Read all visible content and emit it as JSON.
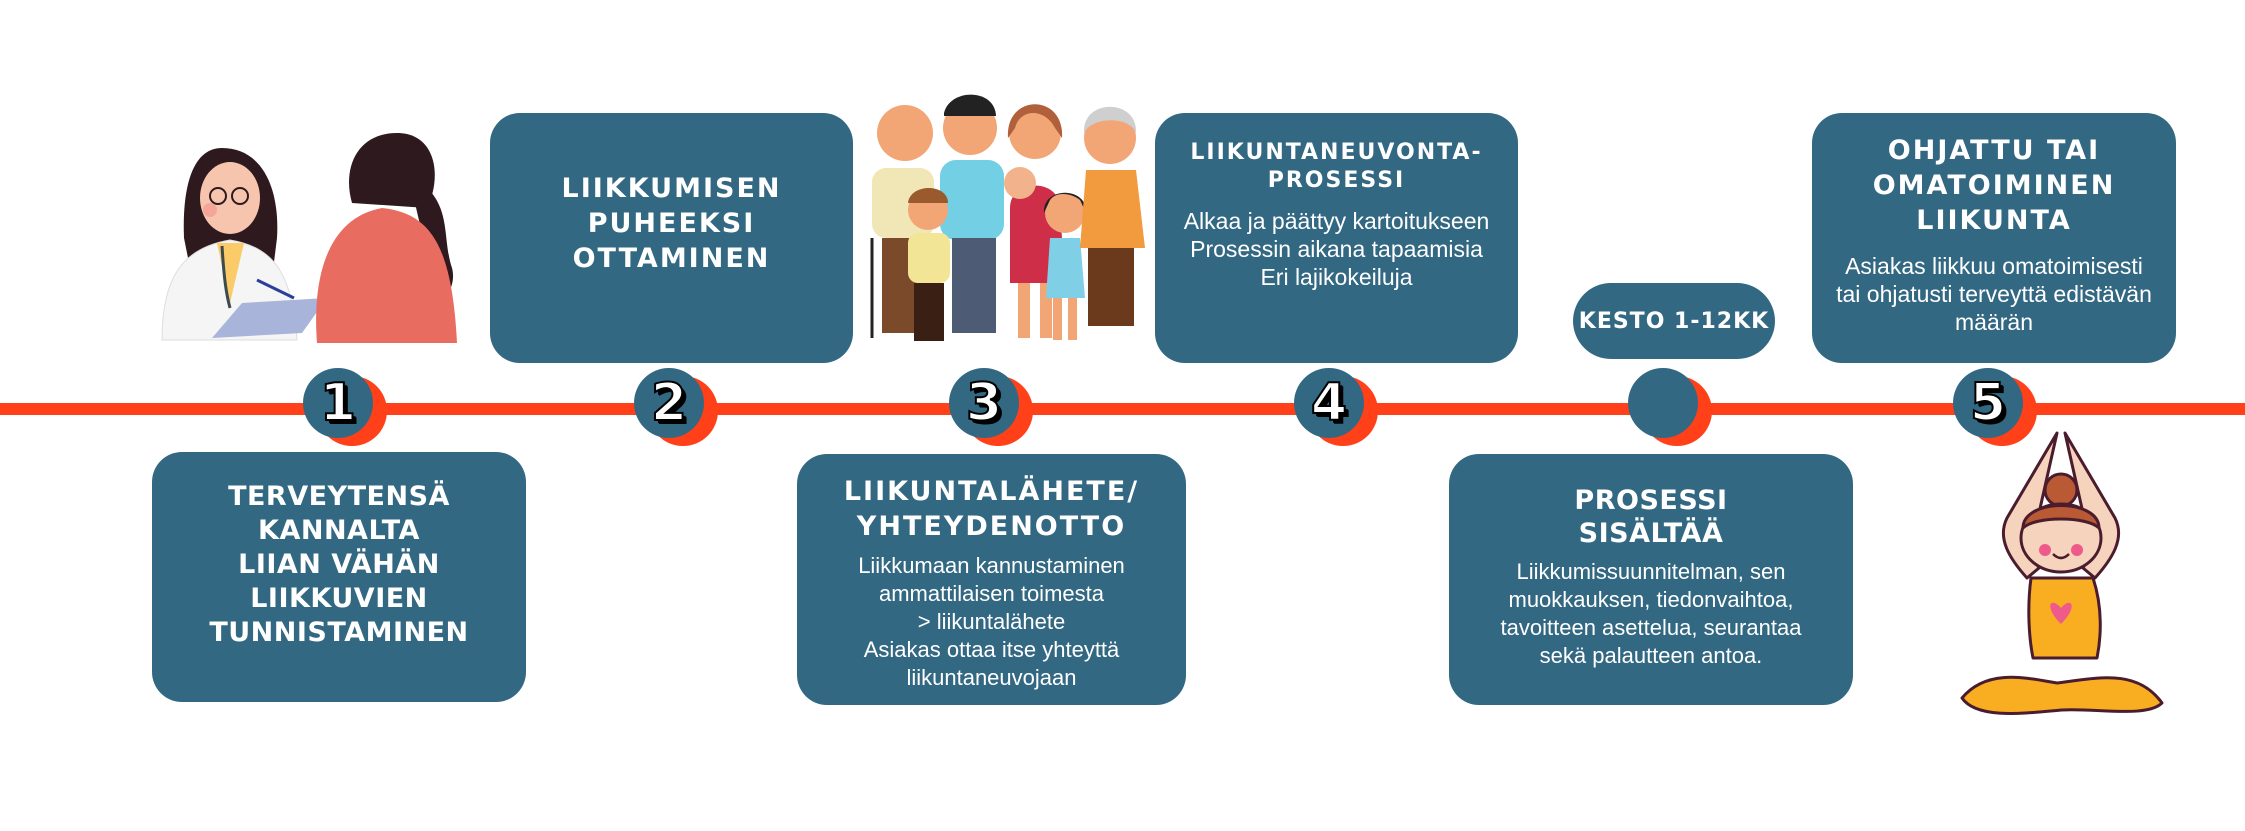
{
  "colors": {
    "card": "#336882",
    "timeline": "#FF4019",
    "text": "#FFFFFF",
    "background": "#FFFFFF"
  },
  "steps": [
    {
      "number": "1",
      "title": "TERVEYTENSÄ\nKANNALTA\nLIIAN VÄHÄN\nLIIKKUVIEN\nTUNNISTAMINEN",
      "body": ""
    },
    {
      "number": "2",
      "title": "LIIKKUMISEN\nPUHEEKSI\nOTTAMINEN",
      "body": ""
    },
    {
      "number": "3",
      "title": "LIIKUNTALÄHETE/\nYHTEYDENOTTO",
      "body": "Liikkumaan kannustaminen\nammattilaisen toimesta\n> liikuntalähete\nAsiakas ottaa itse yhteyttä\nliikuntaneuvojaan"
    },
    {
      "number": "4",
      "title": "LIIKUNTANEUVONTA-\nPROSESSI",
      "body": "Alkaa ja päättyy kartoitukseen\nProsessin aikana tapaamisia\nEri lajikokeiluja"
    },
    {
      "number": "",
      "title": "PROSESSI\nSISÄLTÄÄ",
      "body": "Liikkumissuunnitelman, sen\nmuokkauksen, tiedonvaihtoa,\ntavoitteen asettelua, seurantaa\nsekä palautteen antoa.",
      "duration_label": "KESTO 1-12KK"
    },
    {
      "number": "5",
      "title": "OHJATTU TAI\nOMATOIMINEN\nLIIKUNTA",
      "body": "Asiakas liikkuu omatoimisesti\ntai ohjatusti terveyttä edistävän\nmäärän"
    }
  ],
  "illustrations": {
    "doctor_patient": "doctor-patient-illustration",
    "family": "family-illustration",
    "yoga": "yoga-person-illustration"
  }
}
